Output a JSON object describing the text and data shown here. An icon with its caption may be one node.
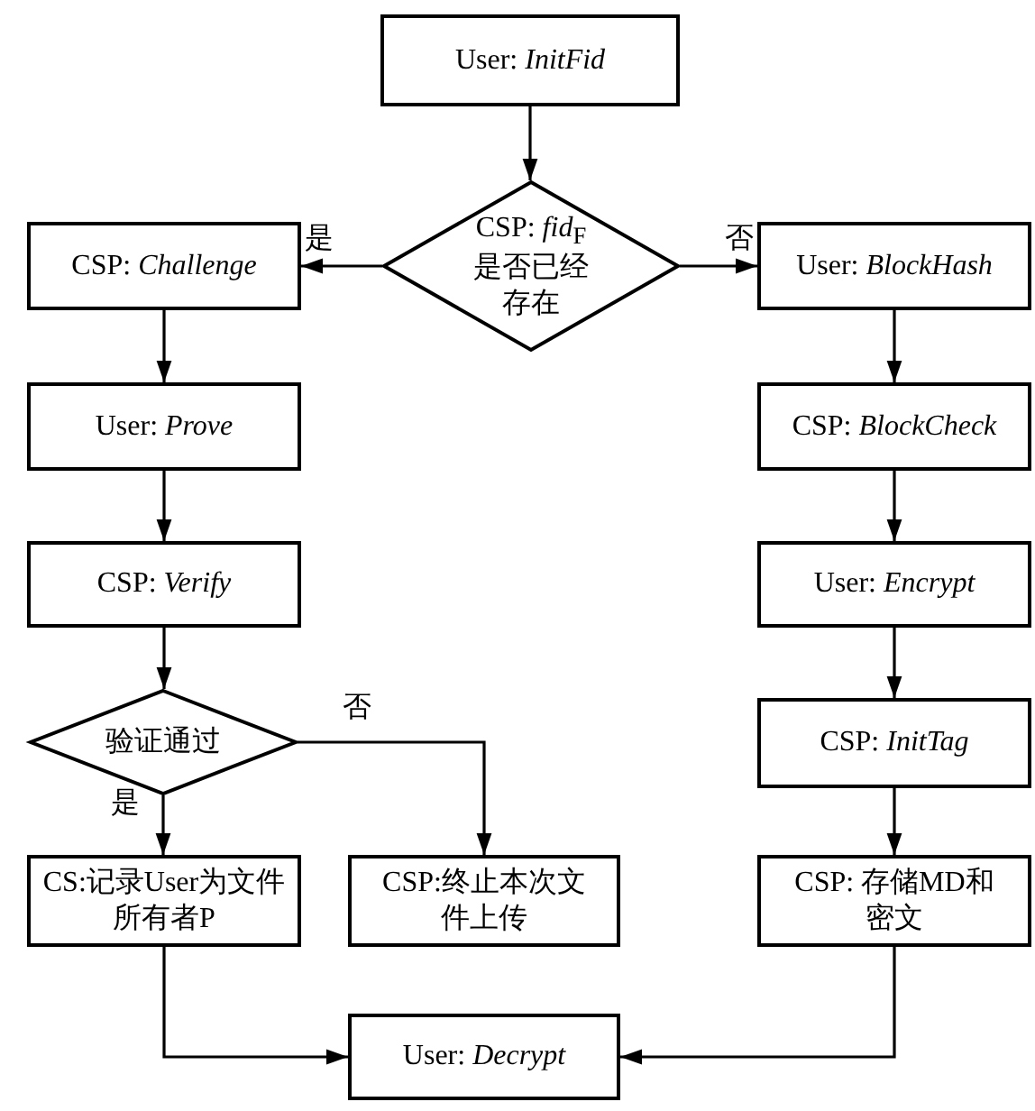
{
  "diagram": {
    "nodes": [
      {
        "text": [
          "User: *InitFid*"
        ]
      },
      {
        "text": [
          "CSP: *fid*$_{F}$ 是否已经存在"
        ]
      },
      {
        "text": [
          "CSP: *Challenge*"
        ]
      },
      {
        "text": [
          "User: *Prove*"
        ]
      },
      {
        "text": [
          "CSP: *Verify*"
        ]
      },
      {
        "text": [
          "验证通过"
        ]
      },
      {
        "text": [
          "CS:记录User为文件所有者P"
        ]
      },
      {
        "text": [
          "CSP:终止本次文件上传"
        ]
      },
      {
        "text": [
          "User: *Decrypt*"
        ]
      },
      {
        "text": [
          "User: *BlockHash*"
        ]
      },
      {
        "text": [
          "CSP: *BlockCheck*"
        ]
      },
      {
        "text": [
          "User: *Encrypt*"
        ]
      },
      {
        "text": [
          "CSP: *InitTag*"
        ]
      },
      {
        "text": [
          "CSP: 存储MD和密文"
        ]
      }
    ],
    "edges": [
      {
        "from": 0,
        "to": 1,
        "arrow": "to"
      },
      {
        "from": 1,
        "to": 2,
        "arrow": "to",
        "label": "是"
      },
      {
        "from": 1,
        "to": 9,
        "arrow": "to",
        "label": "否"
      },
      {
        "from": 2,
        "to": 3,
        "arrow": "to"
      },
      {
        "from": 3,
        "to": 4,
        "arrow": "to"
      },
      {
        "from": 4,
        "to": 5,
        "arrow": "to"
      },
      {
        "from": 5,
        "to": 6,
        "arrow": "to",
        "label": "是"
      },
      {
        "from": 5,
        "to": 7,
        "arrow": "to",
        "label": "否"
      },
      {
        "from": 6,
        "to": 8,
        "arrow": "to"
      },
      {
        "from": 9,
        "to": 10,
        "arrow": "to"
      },
      {
        "from": 10,
        "to": 11,
        "arrow": "to"
      },
      {
        "from": 11,
        "to": 12,
        "arrow": "to"
      },
      {
        "from": 12,
        "to": 13,
        "arrow": "to"
      },
      {
        "from": 13,
        "to": 8,
        "arrow": "to"
      }
    ]
  }
}
